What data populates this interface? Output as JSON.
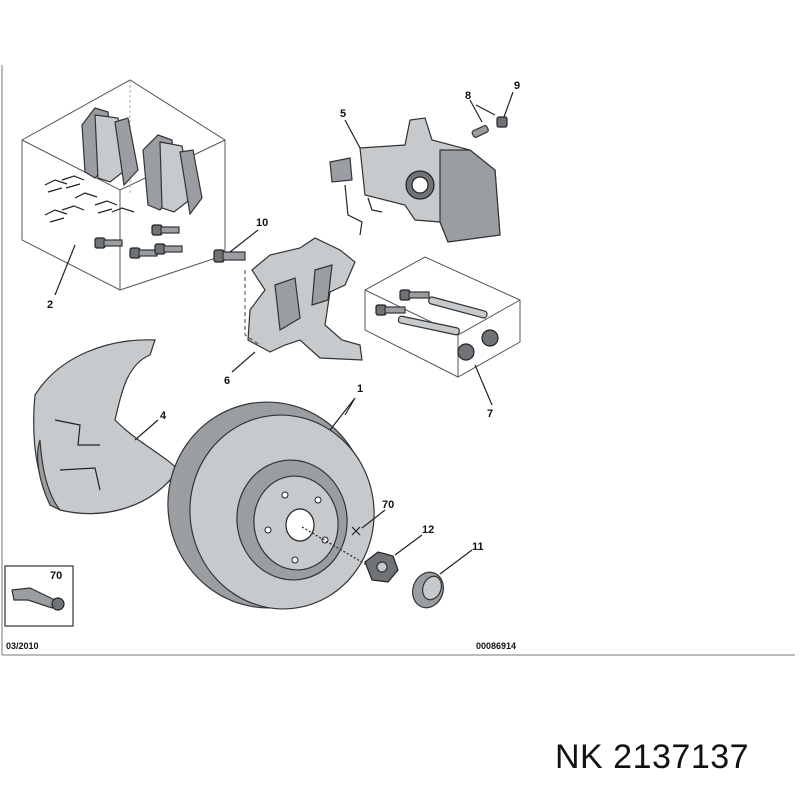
{
  "callouts": {
    "c1": "1",
    "c2": "2",
    "c4": "4",
    "c5": "5",
    "c6": "6",
    "c7": "7",
    "c8": "8",
    "c9": "9",
    "c10": "10",
    "c11": "11",
    "c12": "12",
    "c70": "70",
    "c70_inset": "70"
  },
  "footer": {
    "date": "03/2010",
    "ref": "00086914"
  },
  "brand_text": "NK 2137137",
  "colors": {
    "part": "#9a9ea3",
    "part_light": "#c7cacd",
    "part_dark": "#6f7377",
    "ink": "#222222"
  }
}
